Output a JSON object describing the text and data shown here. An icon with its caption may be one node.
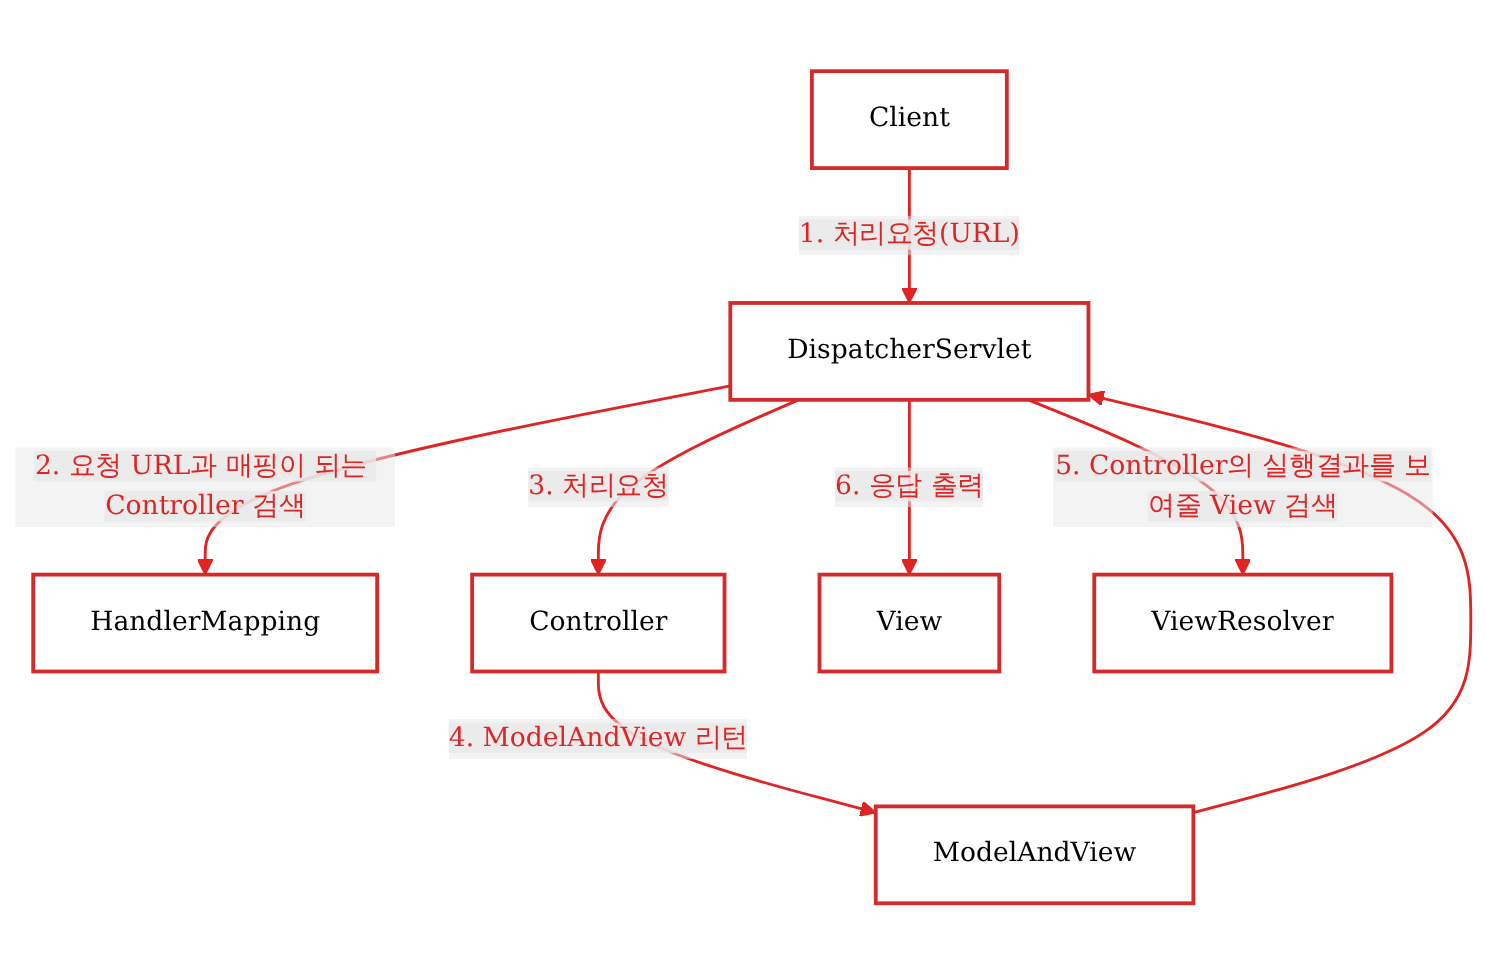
{
  "diagram": {
    "nodes": [
      {
        "text": [
          "HandlerMapping"
        ]
      },
      {
        "text": [
          "Client"
        ]
      },
      {
        "text": [
          "DispatcherServlet"
        ]
      },
      {
        "text": [
          "Controller"
        ]
      },
      {
        "text": [
          "ModelAndView"
        ]
      },
      {
        "text": [
          "View"
        ]
      },
      {
        "text": [
          "ViewResolver"
        ]
      }
    ],
    "edges": [
      {
        "from": 1,
        "to": 2,
        "arrow": "to",
        "label": "1. 처리요청(URL)"
      },
      {
        "from": 2,
        "to": 0,
        "arrow": "to",
        "label": "2. 요청 URL과 매핑이 되는 Controller 검색"
      },
      {
        "from": 2,
        "to": 3,
        "arrow": "to",
        "label": "3. 처리요청"
      },
      {
        "from": 3,
        "to": 4,
        "arrow": "to",
        "label": "4. ModelAndView 리턴"
      },
      {
        "from": 4,
        "to": 2,
        "arrow": "to"
      },
      {
        "from": 2,
        "to": 6,
        "arrow": "to",
        "label": "5. Controller의 실행결과를 보여줄 View 검색"
      },
      {
        "from": 2,
        "to": 5,
        "arrow": "to",
        "label": "6. 응답 출력"
      }
    ]
  }
}
